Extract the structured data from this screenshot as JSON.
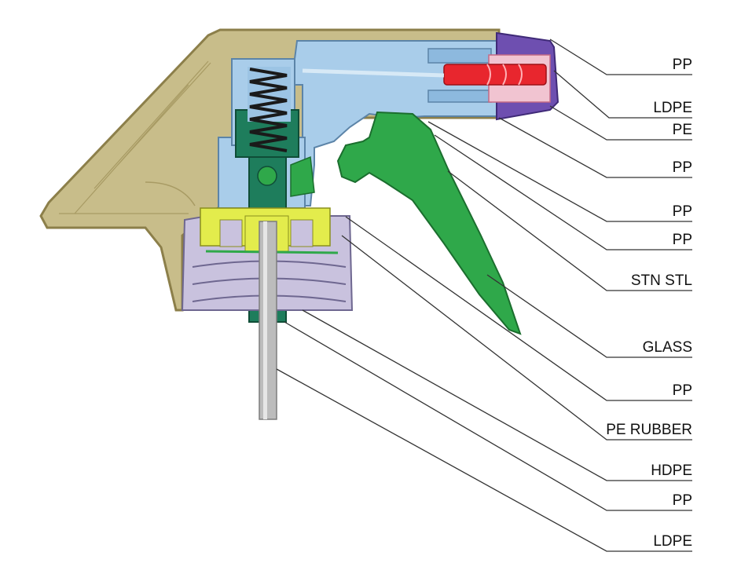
{
  "labels": [
    {
      "id": "L1",
      "text": "PP"
    },
    {
      "id": "L2",
      "text": "LDPE"
    },
    {
      "id": "L3",
      "text": "PE"
    },
    {
      "id": "L4",
      "text": "PP"
    },
    {
      "id": "L5",
      "text": "PP"
    },
    {
      "id": "L6",
      "text": "PP"
    },
    {
      "id": "L7",
      "text": "STN STL"
    },
    {
      "id": "L8",
      "text": "GLASS"
    },
    {
      "id": "L9",
      "text": "PP"
    },
    {
      "id": "L10",
      "text": "PE RUBBER"
    },
    {
      "id": "L11",
      "text": "HDPE"
    },
    {
      "id": "L12",
      "text": "PP"
    },
    {
      "id": "L13",
      "text": "LDPE"
    }
  ],
  "colors": {
    "shroud": "#c8bd8a",
    "shroud_edge": "#8c7f4a",
    "body": "#a9cdea",
    "body_edge": "#5c84a8",
    "trigger": "#2fa84a",
    "piston": "#1e7d5c",
    "nozzle": "#6e4fb0",
    "valve": "#e8262e",
    "cap": "#c9c2de",
    "insert": "#e3ec4c",
    "tube": "#bcbcbc",
    "leader": "#333333"
  }
}
